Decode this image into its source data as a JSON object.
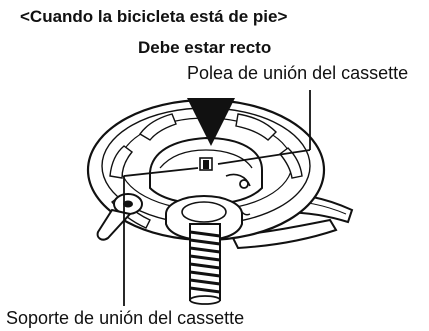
{
  "heading": "<Cuando la bicicleta está de pie>",
  "callouts": {
    "must_be_straight": "Debe estar recto",
    "cassette_joint_pulley": "Polea de unión del cassette",
    "cassette_joint_bracket": "Soporte de unión del cassette"
  }
}
